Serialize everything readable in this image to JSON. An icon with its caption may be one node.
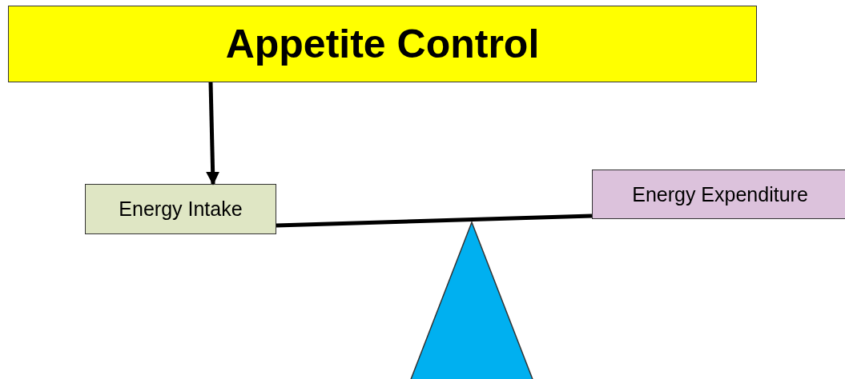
{
  "diagram": {
    "nodes": [
      {
        "text": [
          "Appetite Control"
        ]
      },
      {
        "text": [
          "Energy Intake"
        ]
      },
      {
        "text": [
          "Energy Expenditure"
        ]
      },
      {
        "text": [],
        "shape": "triangle"
      }
    ],
    "edges": [
      {
        "from": 0,
        "to": 1,
        "arrow": "to"
      },
      {
        "from": 1,
        "to": 2,
        "arrow": "none"
      }
    ]
  }
}
